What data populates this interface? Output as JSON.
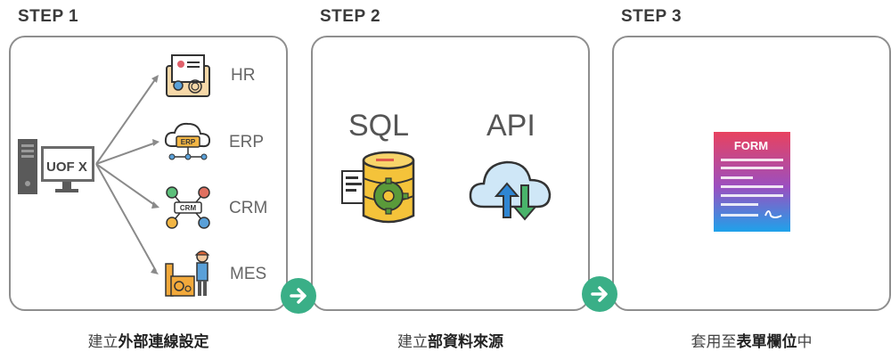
{
  "steps": [
    {
      "title": "STEP 1",
      "caption_plain": "建立",
      "caption_bold": "外部連線設定",
      "source_label": "UOF X",
      "systems": [
        "HR",
        "ERP",
        "CRM",
        "MES"
      ]
    },
    {
      "title": "STEP 2",
      "caption_plain": "建立",
      "caption_bold": "部資料來源",
      "sources": [
        "SQL",
        "API"
      ]
    },
    {
      "title": "STEP 3",
      "caption_plain_before": "套用至",
      "caption_bold": "表單欄位",
      "caption_plain_after": "中",
      "form_label": "FORM"
    }
  ],
  "icons": {
    "computer": "computer-icon",
    "hr": "hr-folder-icon",
    "erp": "erp-cloud-icon",
    "crm": "crm-network-icon",
    "mes": "mes-worker-icon",
    "sql": "database-gear-icon",
    "api": "cloud-transfer-icon",
    "form": "form-document-icon",
    "next": "arrow-right-icon"
  },
  "colors": {
    "accent_green": "#3aaf87",
    "border": "#8e8e8e",
    "database_yellow": "#f4c33a"
  }
}
